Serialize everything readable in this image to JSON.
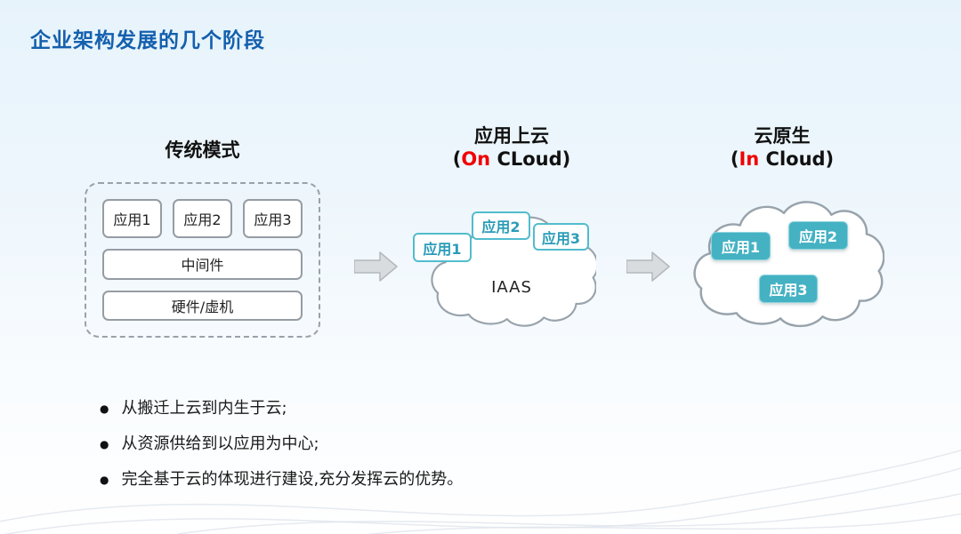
{
  "slide": {
    "title": "企业架构发展的几个阶段",
    "stage1": {
      "title": "传统模式",
      "apps": [
        "应用1",
        "应用2",
        "应用3"
      ],
      "middleware": "中间件",
      "hardware": "硬件/虚机"
    },
    "stage2": {
      "title": "应用上云",
      "sub_open": "(",
      "sub_colored": "On",
      "sub_rest": " CLoud)",
      "apps": [
        "应用1",
        "应用2",
        "应用3"
      ],
      "cloud_label": "IAAS"
    },
    "stage3": {
      "title": "云原生",
      "sub_open": "(",
      "sub_colored": "In",
      "sub_rest": " Cloud)",
      "apps": [
        "应用1",
        "应用2",
        "应用3"
      ]
    },
    "bullets": [
      "从搬迁上云到内生于云;",
      "从资源供给到以应用为中心;",
      "完全基于云的体现进行建设,充分发挥云的优势。"
    ],
    "colors": {
      "title_blue": "#1460ae",
      "accent_red": "#f00000",
      "teal": "#45b2c3"
    }
  }
}
